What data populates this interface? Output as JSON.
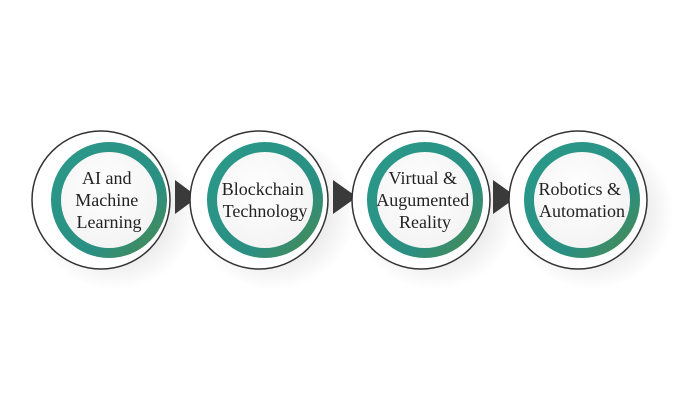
{
  "diagram": {
    "nodes": [
      {
        "lines": [
          "AI and",
          "Machine",
          "Learning"
        ]
      },
      {
        "lines": [
          "Blockchain",
          "Technology"
        ]
      },
      {
        "lines": [
          "Virtual &",
          "Augumented",
          "Reality"
        ]
      },
      {
        "lines": [
          "Robotics &",
          "Automation"
        ]
      }
    ],
    "colors": {
      "ring_dark": "#2a8f82",
      "ring_light": "#3fae9b",
      "ring_edge": "#5e8a3a",
      "outline": "#333333",
      "arrow": "#3a3a3a",
      "inner_fill": "#ffffff",
      "text": "#222222"
    }
  }
}
